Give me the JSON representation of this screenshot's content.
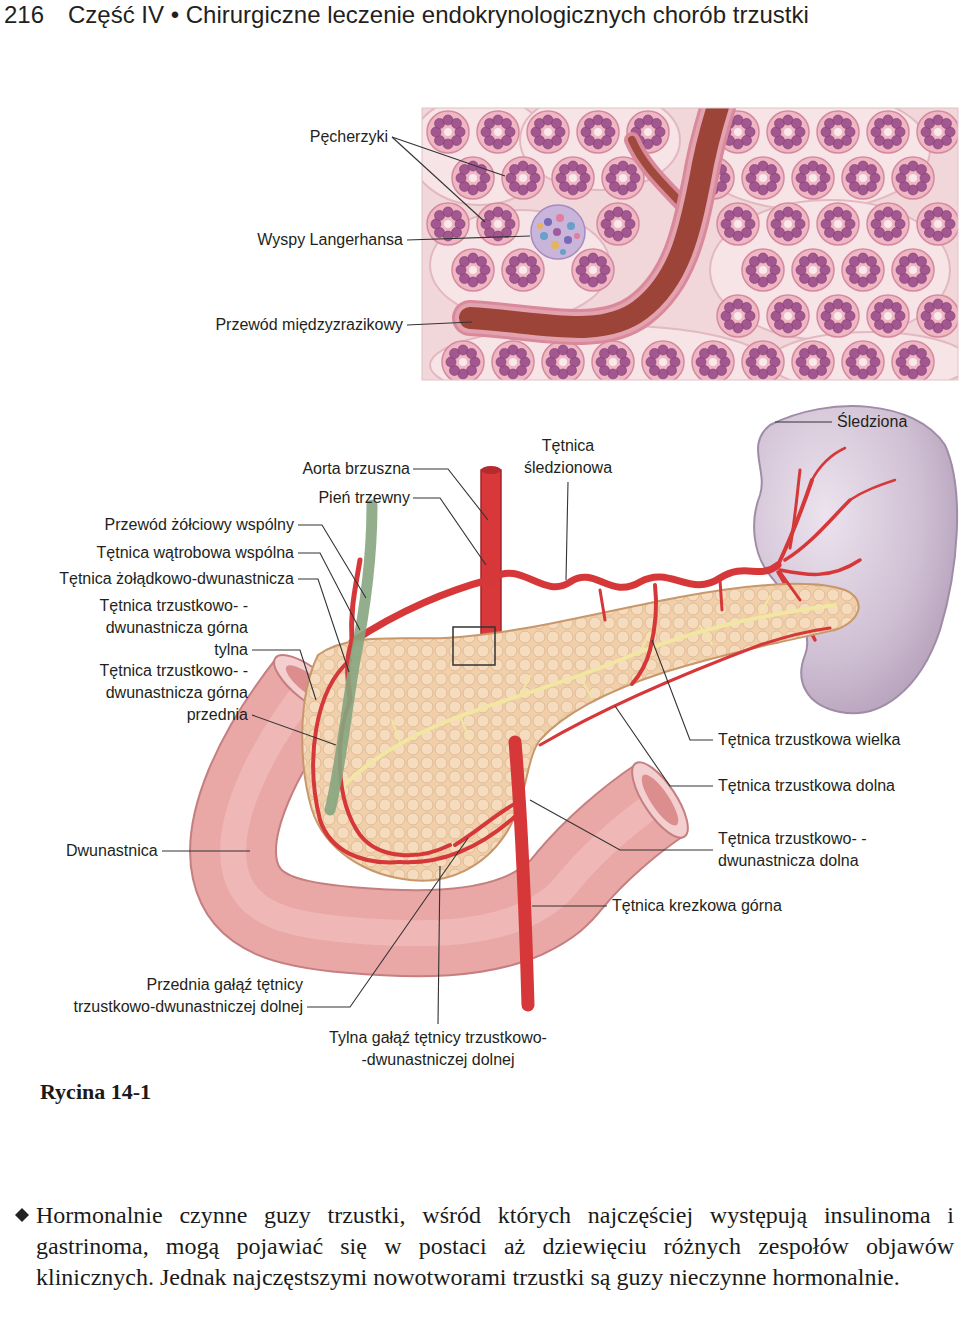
{
  "diagram": {
    "caption": "Rycina 14-1",
    "labels": [
      "216",
      "Część IV • Chirurgiczne leczenie endokrynologicznych chorób trzustki",
      "Pęcherzyki",
      "Wyspy Langerhansa",
      "Przewód międzyzrazikowy",
      "Aorta brzuszna",
      "Pień trzewny",
      "Tętnica śledzionowa",
      "Śledziona",
      "Przewód żółciowy wspólny",
      "Tętnica wątrobowa wspólna",
      "Tętnica żołądkowo-dwunastnicza",
      "Tętnica trzustkowo- -dwunastnicza górna tylna",
      "Tętnica trzustkowo- -dwunastnicza górna przednia",
      "Tętnica trzustkowa wielka",
      "Tętnica trzustkowa dolna",
      "Dwunastnica",
      "Tętnica trzustkowo- -dwunastnicza dolna",
      "Tętnica krezkowa górna",
      "Przednia gałąź tętnicy trzustkowo-dwunastniczej dolnej",
      "Tylna gałąź tętnicy trzustkowo- -dwunastniczej dolnej",
      "Hormonalnie czynne guzy trzustki, wśród których najczęściej występują insulinoma i gastrinoma, mogą pojawiać się w postaci aż dziewięciu różnych zespołów objawów klinicznych. Jednak najczęstszymi nowotworami trzustki są guzy nieczynne hormonalnie."
    ]
  }
}
